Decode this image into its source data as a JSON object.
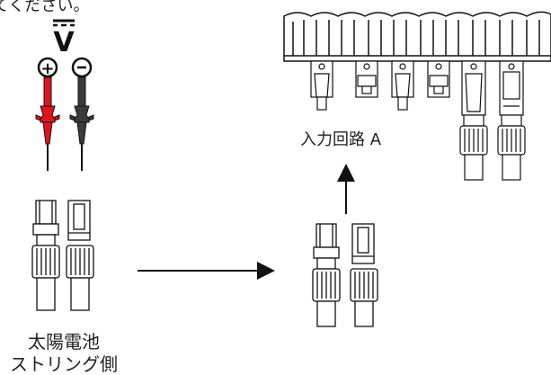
{
  "header_fragment": "てください。",
  "meter": {
    "symbol": "V",
    "plus": "+",
    "minus": "−",
    "probe_colors": {
      "positive": "#e0141e",
      "negative": "#3a3a3a"
    }
  },
  "labels": {
    "input_circuit": "入力回路 A",
    "string_line1": "太陽電池",
    "string_line2": "ストリング側"
  },
  "colors": {
    "line": "#111111",
    "body_fill": "#ffffff",
    "text": "#222222"
  }
}
